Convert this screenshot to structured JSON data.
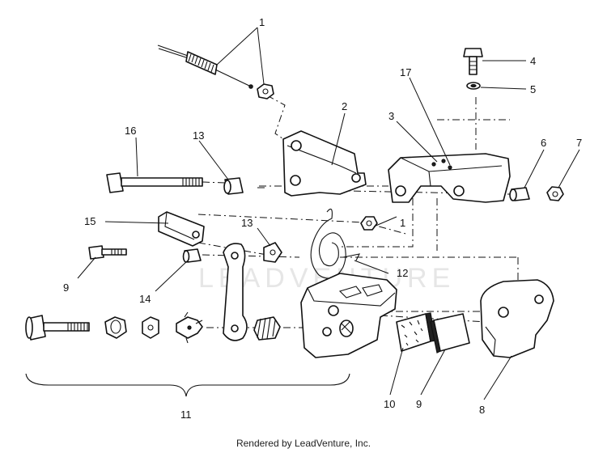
{
  "watermark": "LEADVENTURE",
  "footer": "Rendered by LeadVenture, Inc.",
  "callouts": {
    "c1a": "1",
    "c1b": "1",
    "c2": "2",
    "c3": "3",
    "c4": "4",
    "c5": "5",
    "c6": "6",
    "c7": "7",
    "c8": "8",
    "c9a": "9",
    "c9b": "9",
    "c10": "10",
    "c11": "11",
    "c12": "12",
    "c13a": "13",
    "c13b": "13",
    "c14": "14",
    "c15": "15",
    "c16": "16",
    "c17": "17"
  }
}
